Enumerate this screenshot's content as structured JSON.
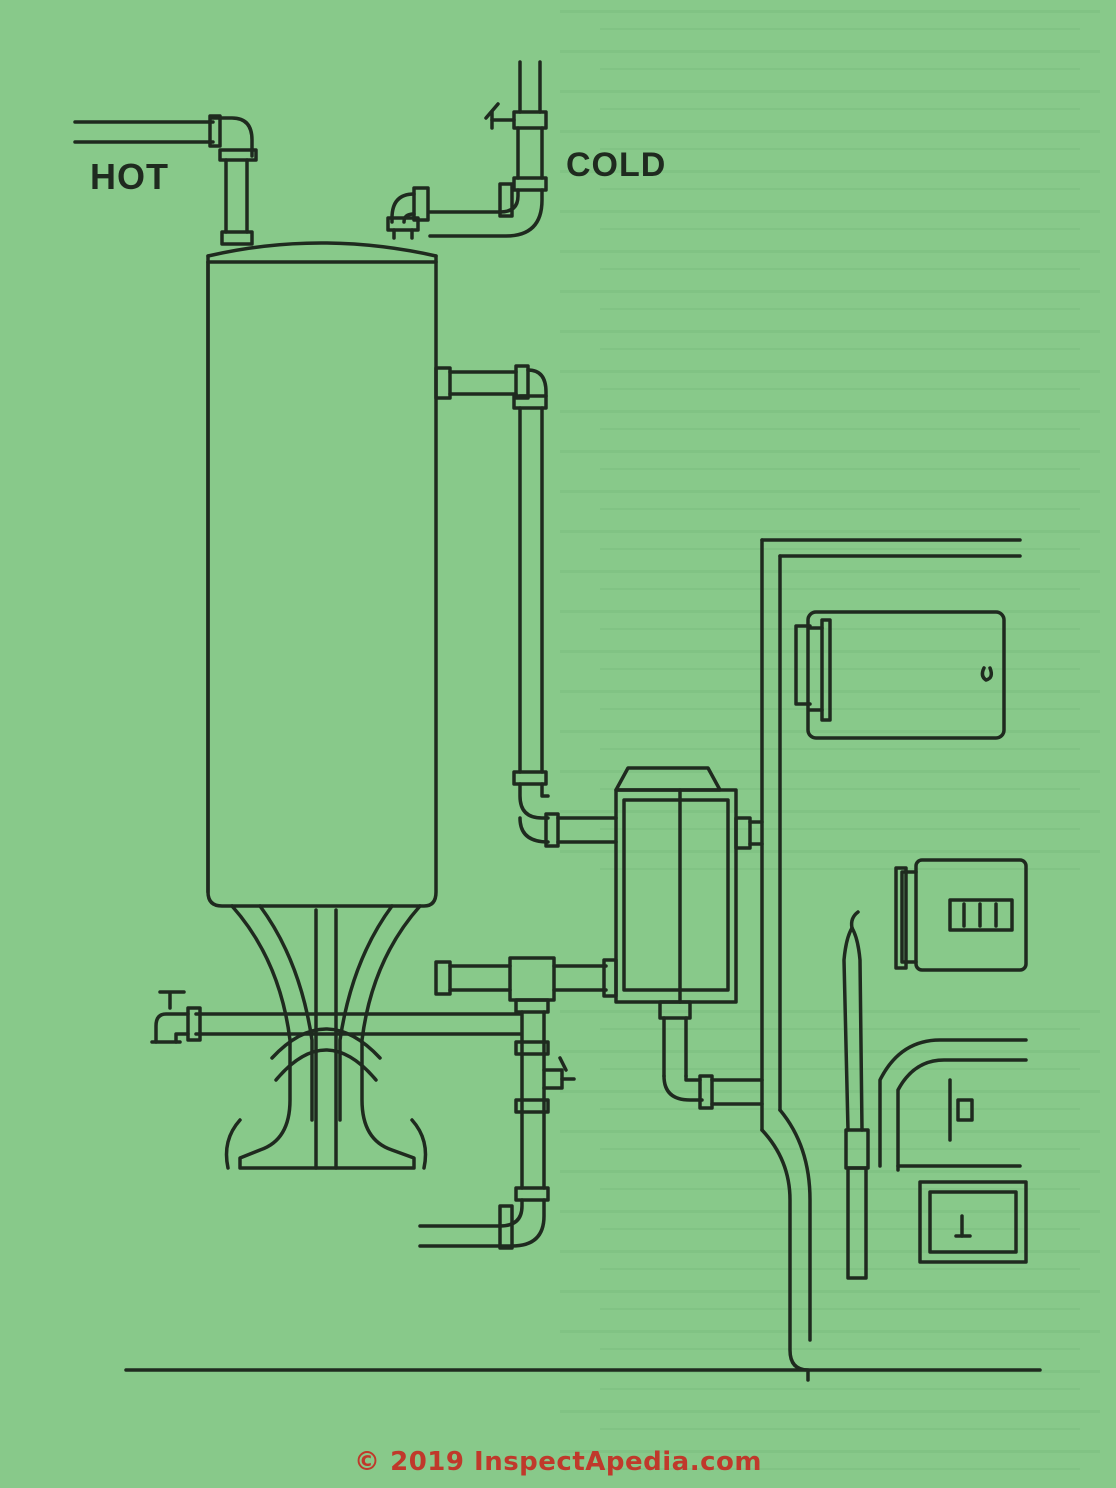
{
  "diagram": {
    "labels": {
      "hot": "HOT",
      "cold": "COLD"
    },
    "watermark": "© 2019 InspectApedia.com",
    "colors": {
      "background": "#88c98a",
      "line": "#1f2a1f",
      "watermark": "#c0392b"
    }
  }
}
